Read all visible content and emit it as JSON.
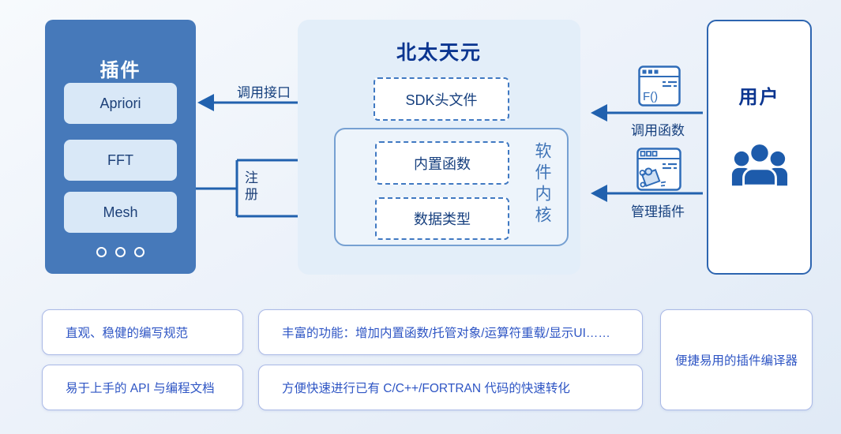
{
  "plugin_panel": {
    "title": "插件",
    "items": [
      "Apriori",
      "FFT",
      "Mesh"
    ]
  },
  "core_panel": {
    "title": "北太天元",
    "sdk_label": "SDK头文件",
    "builtin_label": "内置函数",
    "datatype_label": "数据类型",
    "kernel_label": "软件内核"
  },
  "user_panel": {
    "title": "用户"
  },
  "connections": {
    "call_interface": "调用接口",
    "register": "注册",
    "call_function": "调用函数",
    "manage_plugins": "管理插件"
  },
  "icons": {
    "function_window_label": "F()"
  },
  "features": [
    "直观、稳健的编写规范",
    "丰富的功能：增加内置函数/托管对象/运算符重载/显示UI……",
    "易于上手的 API 与编程文档",
    "方便快速进行已有 C/C++/FORTRAN 代码的快速转化",
    "便捷易用的插件编译器"
  ],
  "colors": {
    "panel_blue": "#4679ba",
    "panel_light": "#e3eef9",
    "navy_title": "#0b3590",
    "arrow_blue": "#2161ae",
    "dashed_border": "#4079c2",
    "kernel_text": "#3f74b7",
    "feature_text": "#2e55c4",
    "feature_border": "#aab9e6",
    "icon_blue": "#2f6cb8",
    "people_blue": "#1d5bab"
  }
}
